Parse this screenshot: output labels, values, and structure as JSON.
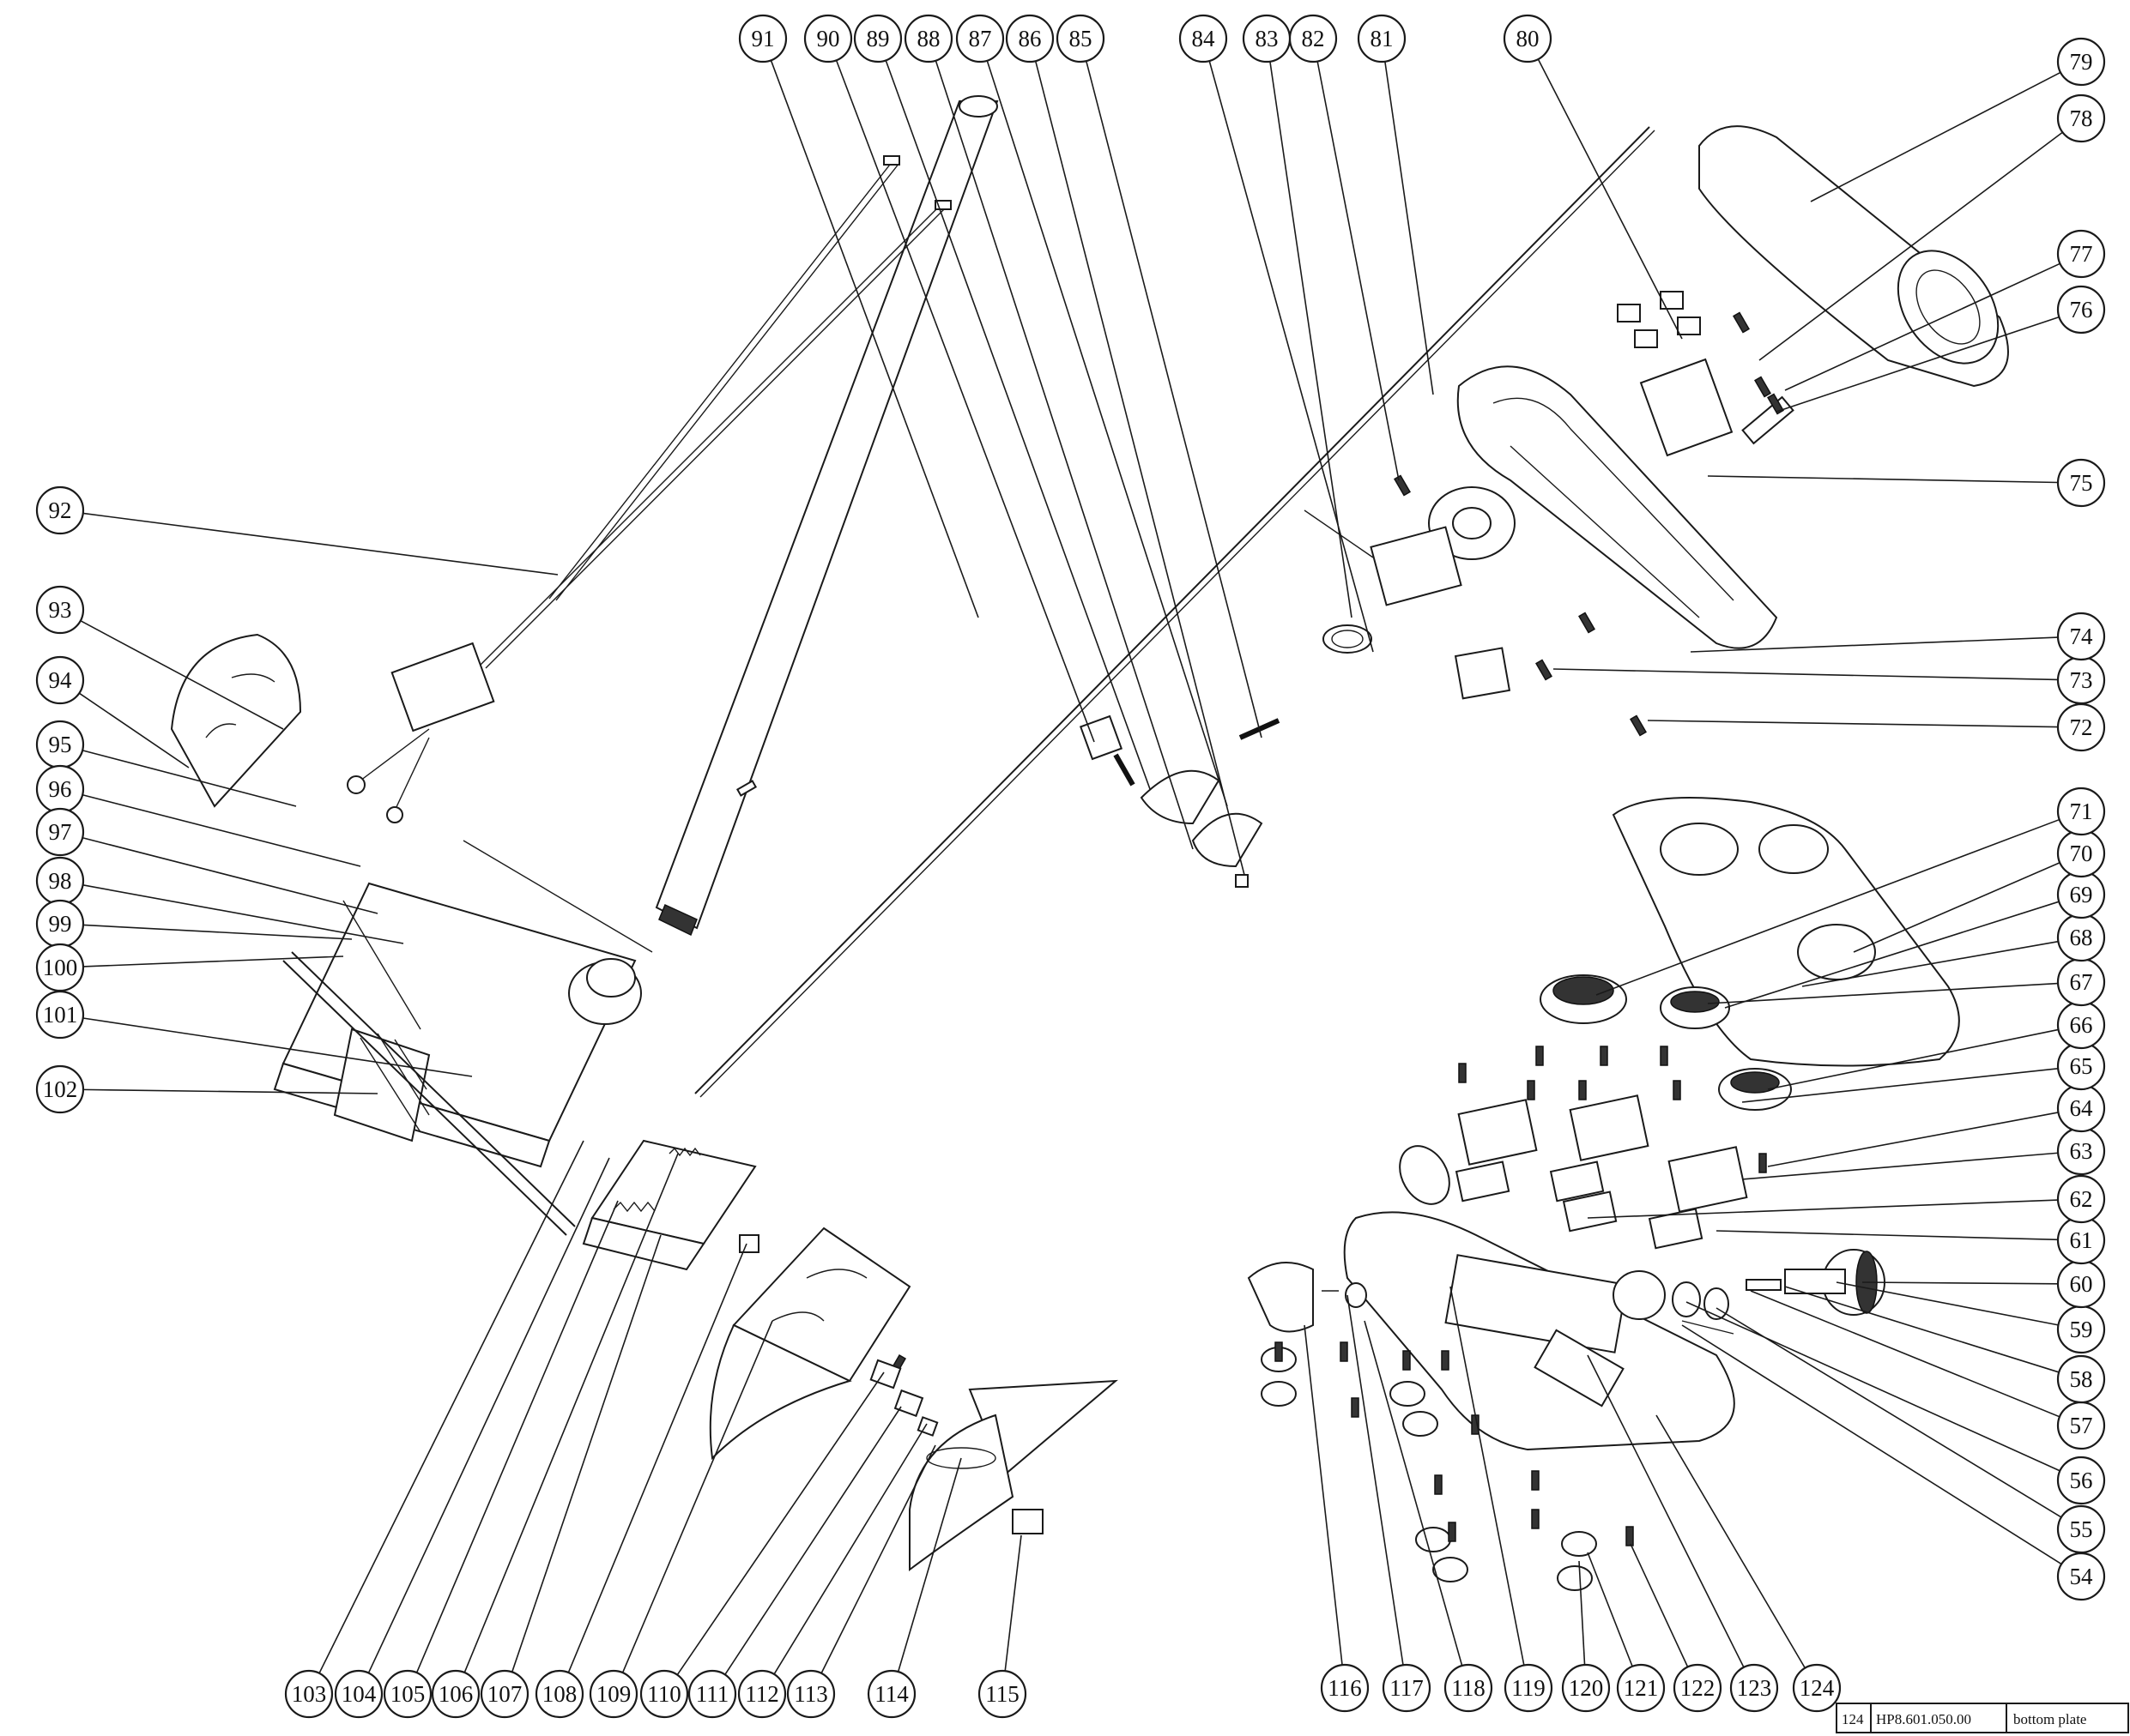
{
  "callouts": [
    "54",
    "55",
    "56",
    "57",
    "58",
    "59",
    "60",
    "61",
    "62",
    "63",
    "64",
    "65",
    "66",
    "67",
    "68",
    "69",
    "70",
    "71",
    "72",
    "73",
    "74",
    "75",
    "76",
    "77",
    "78",
    "79",
    "80",
    "81",
    "82",
    "83",
    "84",
    "85",
    "86",
    "87",
    "88",
    "89",
    "90",
    "91",
    "92",
    "93",
    "94",
    "95",
    "96",
    "97",
    "98",
    "99",
    "100",
    "101",
    "102",
    "103",
    "104",
    "105",
    "106",
    "107",
    "108",
    "109",
    "110",
    "111",
    "112",
    "113",
    "114",
    "115",
    "116",
    "117",
    "118",
    "119",
    "120",
    "121",
    "122",
    "123",
    "124"
  ],
  "title_block": {
    "item_no": "124",
    "part_number": "HP8.601.050.00",
    "part_name": "bottom plate"
  }
}
